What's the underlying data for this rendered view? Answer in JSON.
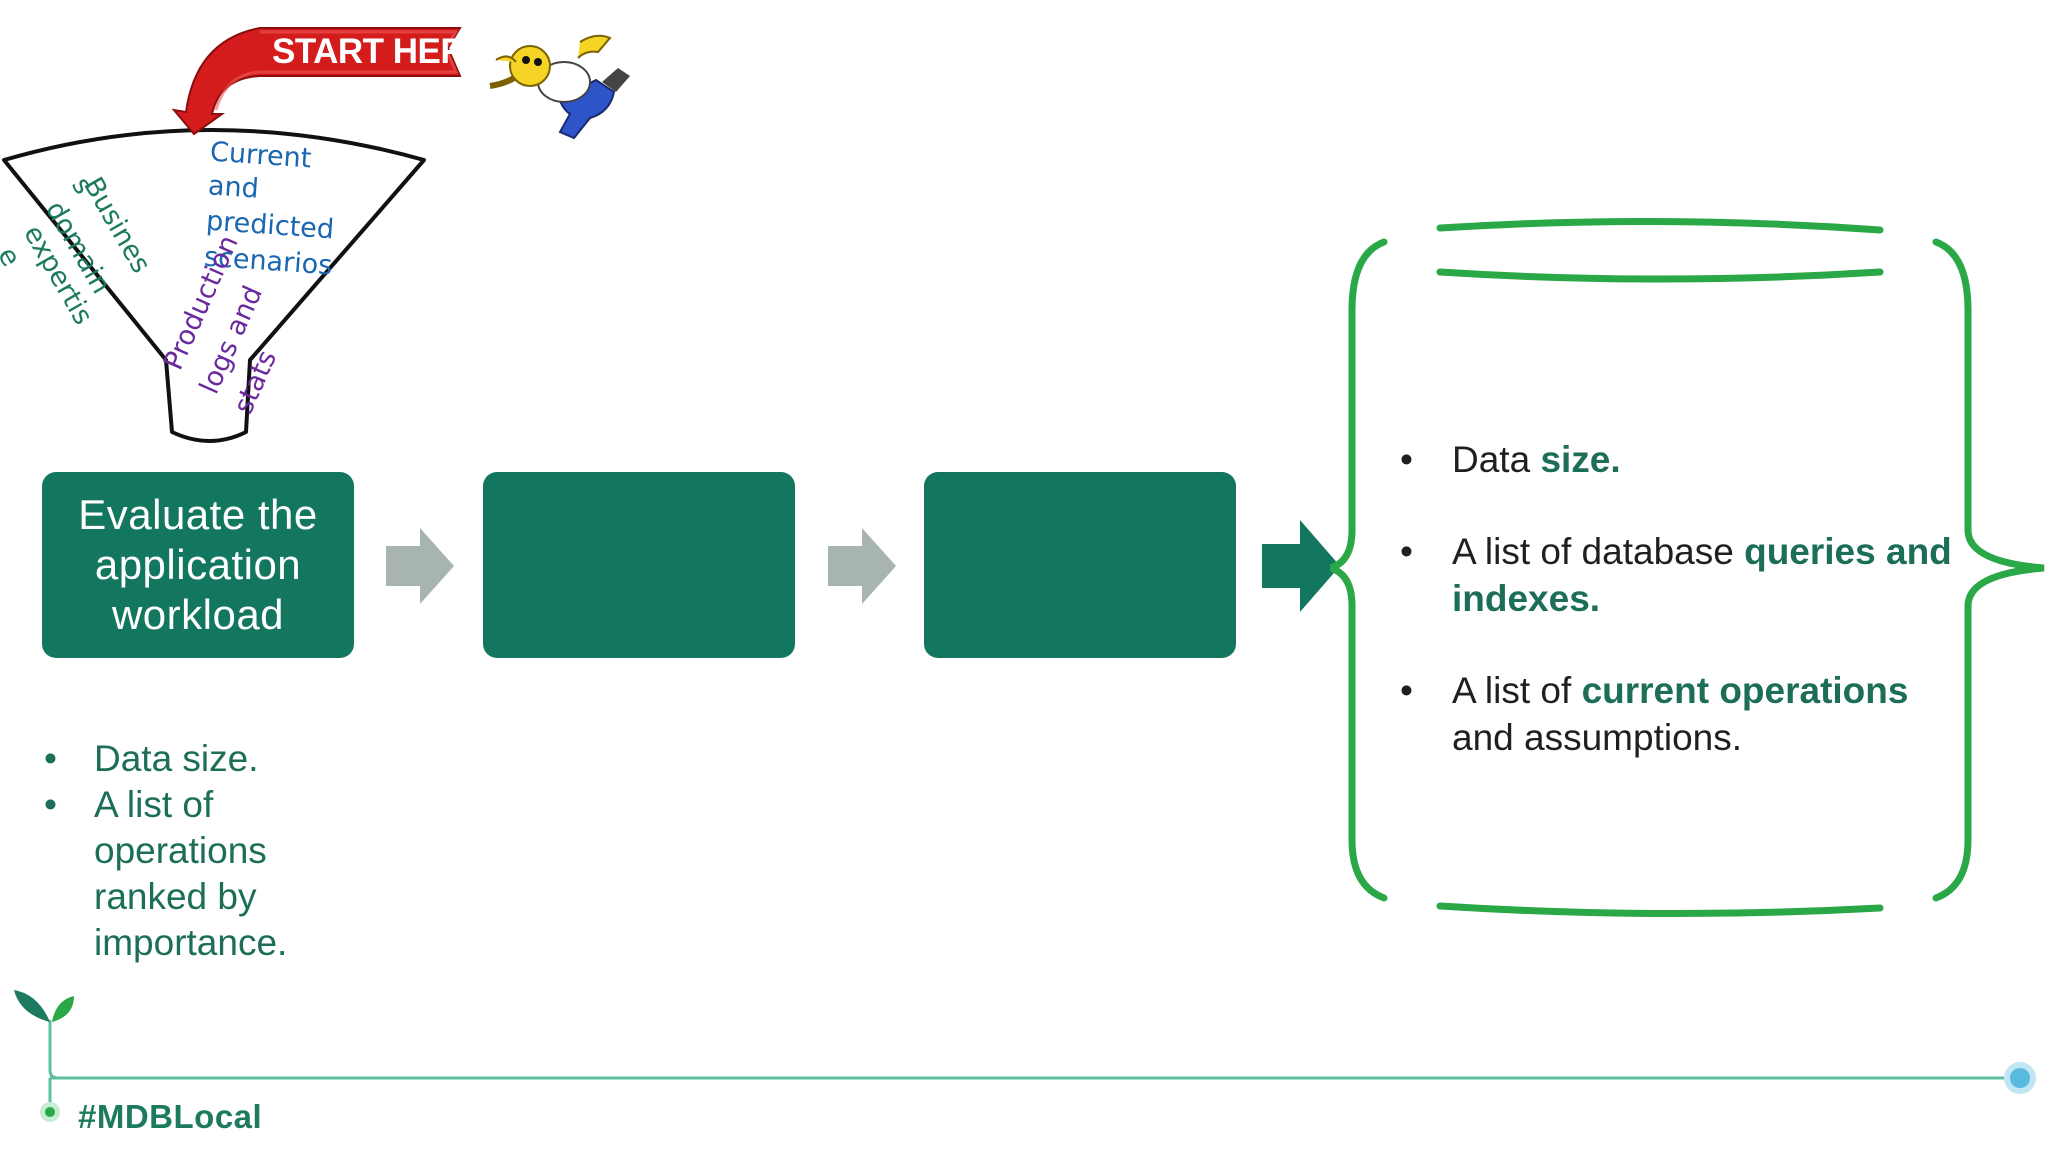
{
  "start_banner": {
    "label": "START HERE!"
  },
  "funnel": {
    "business_domain": [
      "Busines",
      "s",
      "domain",
      "expertis",
      "e"
    ],
    "current_predicted": [
      "Current",
      "and",
      "predicted",
      "scenarios"
    ],
    "production_logs": [
      "Production",
      "logs and",
      "stats"
    ]
  },
  "steps": [
    {
      "label_lines": [
        "Evaluate the",
        "application",
        "workload"
      ]
    },
    {
      "label_lines": []
    },
    {
      "label_lines": []
    }
  ],
  "left_bullets": {
    "marker": "•",
    "items": [
      {
        "lines": [
          "Data size."
        ]
      },
      {
        "lines": [
          "A list of",
          "operations",
          "ranked by",
          "importance."
        ]
      }
    ]
  },
  "right_bullets": {
    "marker": "•",
    "item1": {
      "plain": "Data ",
      "emphasis": "size",
      "after": "."
    },
    "item2": {
      "plain": "A list of database ",
      "emphasis": "queries and indexes",
      "after": "."
    },
    "item3": {
      "plain": "A list of ",
      "emphasis": "current operations",
      "after": " and assumptions."
    }
  },
  "footer": {
    "hashtag": "#MDBLocal"
  },
  "colors": {
    "step_fill": "#13765e",
    "accent_green": "#2aa847",
    "arrow_gray": "#a8b4b0",
    "text_green": "#1c6e58"
  }
}
